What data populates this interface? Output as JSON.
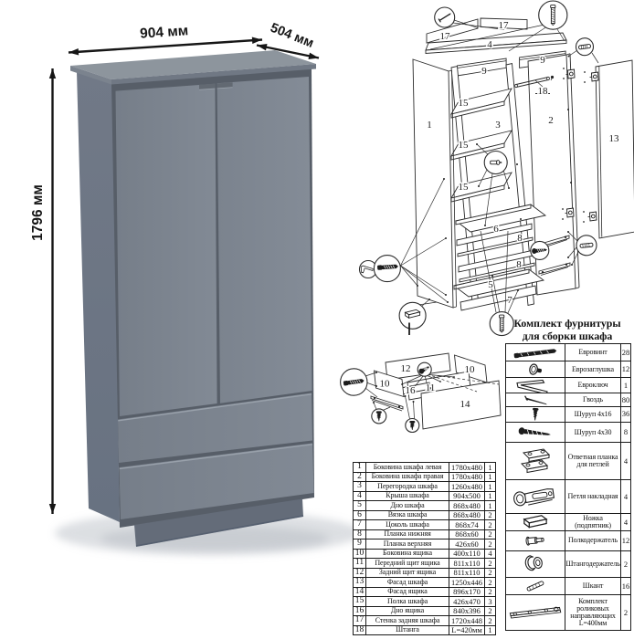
{
  "page": {
    "background": "#ffffff"
  },
  "dimensions": {
    "width_label": "904 мм",
    "depth_label": "504 мм",
    "height_label": "1796 мм"
  },
  "wardrobe": {
    "colors": {
      "front": "#7d8590",
      "side": "#6d7582",
      "top": "#8d959d",
      "top_edge": "#707884",
      "gap": "#575e68",
      "plinth": "#69717e"
    }
  },
  "exploded": {
    "labels": [
      "17",
      "17",
      "4",
      "9",
      "9",
      "18",
      "1",
      "3",
      "2",
      "13",
      "15",
      "15",
      "15",
      "6",
      "8",
      "8",
      "5",
      "7"
    ]
  },
  "drawer_diagram": {
    "labels": [
      "12",
      "10",
      "10",
      "16",
      "11",
      "14"
    ]
  },
  "parts_table": {
    "rows": [
      {
        "num": "1",
        "name": "Боковина шкафа левая",
        "size": "1780x480",
        "qty": "1"
      },
      {
        "num": "2",
        "name": "Боковина шкафа правая",
        "size": "1780x480",
        "qty": "1"
      },
      {
        "num": "3",
        "name": "Перегородка шкафа",
        "size": "1260x480",
        "qty": "1"
      },
      {
        "num": "4",
        "name": "Крыша шкафа",
        "size": "904x500",
        "qty": "1"
      },
      {
        "num": "5",
        "name": "Дно шкафа",
        "size": "868x480",
        "qty": "1"
      },
      {
        "num": "6",
        "name": "Вязка шкафа",
        "size": "868x480",
        "qty": "2"
      },
      {
        "num": "7",
        "name": "Цоколь шкафа",
        "size": "868x74",
        "qty": "2"
      },
      {
        "num": "8",
        "name": "Планка нижняя",
        "size": "868x60",
        "qty": "2"
      },
      {
        "num": "9",
        "name": "Планка верхняя",
        "size": "426x60",
        "qty": "2"
      },
      {
        "num": "10",
        "name": "Боковина ящика",
        "size": "400x110",
        "qty": "4"
      },
      {
        "num": "11",
        "name": "Передний щит ящика",
        "size": "811x110",
        "qty": "2"
      },
      {
        "num": "12",
        "name": "Задний щит ящика",
        "size": "811x110",
        "qty": "2"
      },
      {
        "num": "13",
        "name": "Фасад шкафа",
        "size": "1250x446",
        "qty": "2"
      },
      {
        "num": "14",
        "name": "Фасад ящика",
        "size": "896x170",
        "qty": "2"
      },
      {
        "num": "15",
        "name": "Полка шкафа",
        "size": "426x470",
        "qty": "3"
      },
      {
        "num": "16",
        "name": "Дно ящика",
        "size": "840x396",
        "qty": "2"
      },
      {
        "num": "17",
        "name": "Стенка задняя шкафа",
        "size": "1720x448",
        "qty": "2"
      },
      {
        "num": "18",
        "name": "Штанга",
        "size": "L=420мм",
        "qty": "1"
      }
    ]
  },
  "hardware_table": {
    "title_line1": "Комплект фурнитуры",
    "title_line2": "для сборки шкафа",
    "rows": [
      {
        "icon": "confirmat-screw-icon",
        "name": "Евровинт",
        "qty": "28"
      },
      {
        "icon": "euro-cap-icon",
        "name": "Еврозаглушка",
        "qty": "12"
      },
      {
        "icon": "hex-key-icon",
        "name": "Евроключ",
        "qty": "1"
      },
      {
        "icon": "nail-icon",
        "name": "Гвоздь",
        "qty": "80"
      },
      {
        "icon": "screw-4x16-icon",
        "name": "Шуруп 4x16",
        "qty": "36"
      },
      {
        "icon": "screw-4x30-icon",
        "name": "Шуруп 4x30",
        "qty": "8"
      },
      {
        "icon": "hinge-plate-icon",
        "name": "Ответная планка для петлей",
        "qty": "4"
      },
      {
        "icon": "hinge-icon",
        "name": "Петля накладная",
        "qty": "4"
      },
      {
        "icon": "foot-icon",
        "name": "Ножка (подпятник)",
        "qty": "4"
      },
      {
        "icon": "shelf-pin-icon",
        "name": "Полкодержатель",
        "qty": "12"
      },
      {
        "icon": "rod-holder-icon",
        "name": "Штангодержатель",
        "qty": "2"
      },
      {
        "icon": "dowel-icon",
        "name": "Шкант",
        "qty": "16"
      },
      {
        "icon": "drawer-slides-icon",
        "name": "Комплект роликовых направляющих L=400мм",
        "qty": "2"
      }
    ]
  }
}
